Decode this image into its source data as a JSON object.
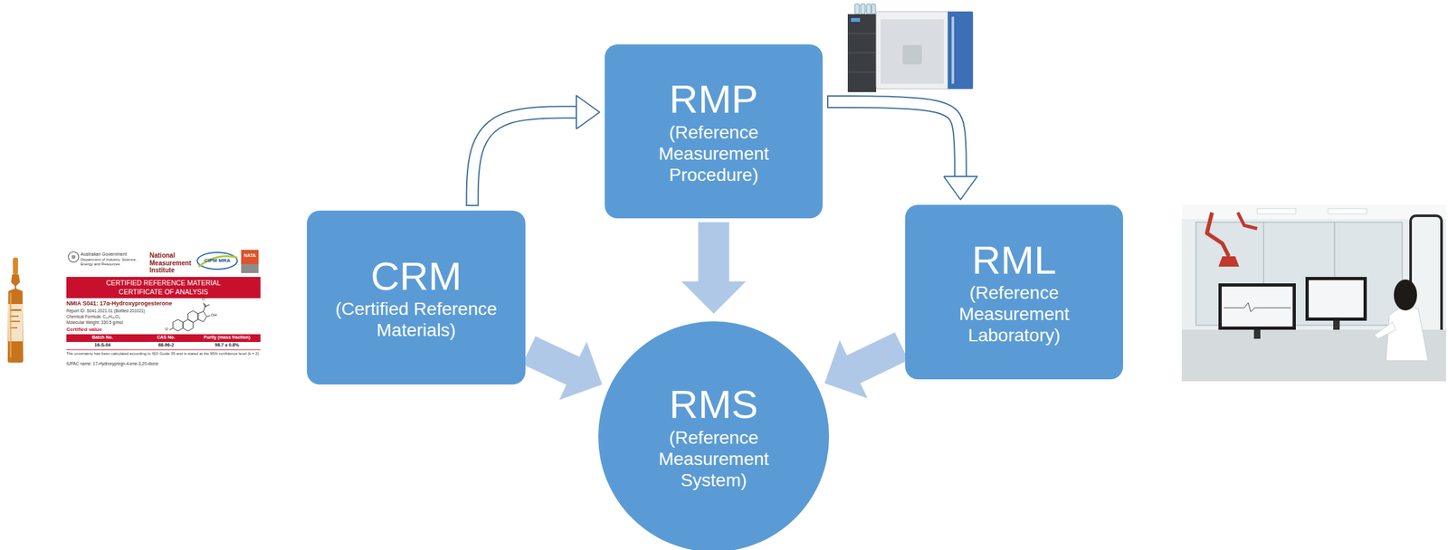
{
  "diagram": {
    "nodes": [
      {
        "text": [
          "CRM",
          "(Certified Reference Materials)"
        ]
      },
      {
        "text": [
          "RMP",
          "(Reference Measurement Procedure)"
        ]
      },
      {
        "text": [
          "RML",
          "(Reference Measurement Laboratory)"
        ]
      },
      {
        "text": [
          "RMS",
          "(Reference Measurement System)"
        ]
      }
    ],
    "edges": [
      {
        "from": 0,
        "to": 1,
        "arrow": "to"
      },
      {
        "from": 1,
        "to": 2,
        "arrow": "to"
      },
      {
        "from": 1,
        "to": 3,
        "arrow": "to"
      },
      {
        "from": 0,
        "to": 3,
        "arrow": "to"
      },
      {
        "from": 2,
        "to": 3,
        "arrow": "to"
      }
    ],
    "labels": [
      "Australian Government",
      "Department of Industry, Science, Energy and Resources",
      "National Measurement Institute",
      "CIPM MRA",
      "NATA",
      "CERTIFIED REFERENCE MATERIAL",
      "CERTIFICATE OF ANALYSIS",
      "NMIA S041: 17α-Hydroxyprogesterone",
      "Report ID: S041.2021.01 (Bottled 201021)",
      "Chemical Formula: C₂₁H₃₀O₃",
      "Molecular Weight: 330.5 g/mol",
      "Certified value",
      "Batch No.",
      "CAS No.",
      "Purity (mass fraction)",
      "16-S-04",
      "68-96-2",
      "98.7 ± 0.8%",
      "The uncertainty has been calculated according to ISO Guide 35 and is stated at the 95% confidence level (k = 2).",
      "IUPAC name: 17-Hydroxypregn-4-ene-3,20-dione",
      "O",
      "OH",
      "O"
    ]
  }
}
